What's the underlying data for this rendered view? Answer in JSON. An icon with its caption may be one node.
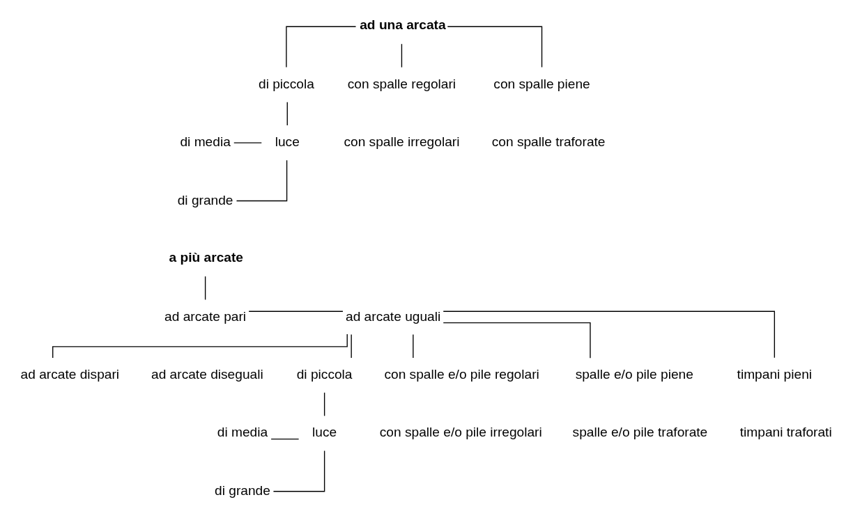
{
  "diagram": {
    "nodes": [
      {
        "text": [
          "ad una arcata"
        ]
      },
      {
        "text": [
          "di piccola"
        ]
      },
      {
        "text": [
          "di media"
        ]
      },
      {
        "text": [
          "di grande"
        ]
      },
      {
        "text": [
          "luce"
        ]
      },
      {
        "text": [
          "con spalle regolari"
        ]
      },
      {
        "text": [
          "con spalle irregolari"
        ]
      },
      {
        "text": [
          "con spalle piene"
        ]
      },
      {
        "text": [
          "con spalle traforate"
        ]
      },
      {
        "text": [
          "a più arcate"
        ]
      },
      {
        "text": [
          "ad arcate pari"
        ]
      },
      {
        "text": [
          "ad arcate dispari"
        ]
      },
      {
        "text": [
          "ad arcate uguali"
        ]
      },
      {
        "text": [
          "ad arcate diseguali"
        ]
      },
      {
        "text": [
          "di piccola"
        ]
      },
      {
        "text": [
          "di media"
        ]
      },
      {
        "text": [
          "di grande"
        ]
      },
      {
        "text": [
          "luce"
        ]
      },
      {
        "text": [
          "con spalle e/o pile regolari"
        ]
      },
      {
        "text": [
          "con spalle e/o pile irregolari"
        ]
      },
      {
        "text": [
          "spalle e/o pile piene"
        ]
      },
      {
        "text": [
          "spalle e/o pile traforate"
        ]
      },
      {
        "text": [
          "timpani pieni"
        ]
      },
      {
        "text": [
          "timpani traforati"
        ]
      }
    ],
    "edges": [
      {
        "from": 0,
        "to": 1,
        "arrow": "none"
      },
      {
        "from": 0,
        "to": 5,
        "arrow": "none"
      },
      {
        "from": 0,
        "to": 7,
        "arrow": "none"
      },
      {
        "from": 1,
        "to": 4,
        "arrow": "none"
      },
      {
        "from": 2,
        "to": 4,
        "arrow": "none"
      },
      {
        "from": 3,
        "to": 4,
        "arrow": "none"
      },
      {
        "from": 9,
        "to": 10,
        "arrow": "none"
      },
      {
        "from": 10,
        "to": 12,
        "arrow": "none"
      },
      {
        "from": 11,
        "to": 12,
        "arrow": "none"
      },
      {
        "from": 12,
        "to": 14,
        "arrow": "none"
      },
      {
        "from": 12,
        "to": 18,
        "arrow": "none"
      },
      {
        "from": 12,
        "to": 20,
        "arrow": "none"
      },
      {
        "from": 12,
        "to": 22,
        "arrow": "none"
      },
      {
        "from": 14,
        "to": 17,
        "arrow": "none"
      },
      {
        "from": 15,
        "to": 17,
        "arrow": "none"
      },
      {
        "from": 16,
        "to": 17,
        "arrow": "none"
      }
    ]
  }
}
